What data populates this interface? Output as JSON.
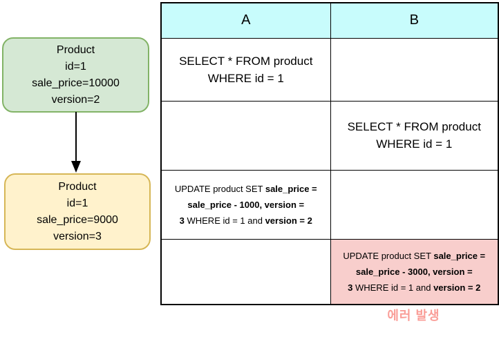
{
  "diagram": {
    "product_before": {
      "lines": [
        "Product",
        "id=1",
        "sale_price=10000",
        "version=2"
      ],
      "fill": "#d5e8d4",
      "border": "#82b366"
    },
    "product_after": {
      "lines": [
        "Product",
        "id=1",
        "sale_price=9000",
        "version=3"
      ],
      "fill": "#fff2cc",
      "border": "#d6b656"
    },
    "arrow_color": "#000000"
  },
  "table": {
    "header": {
      "col_a": "A",
      "col_b": "B",
      "bg": "#c8fcfc"
    },
    "rows": [
      {
        "a": {
          "size": "lg",
          "lines": [
            [
              {
                "t": "SELECT * FROM product"
              }
            ],
            [
              {
                "t": "WHERE id = 1"
              }
            ]
          ]
        },
        "b": {
          "size": "lg",
          "lines": []
        }
      },
      {
        "a": {
          "size": "lg",
          "lines": []
        },
        "b": {
          "size": "lg",
          "lines": [
            [
              {
                "t": "SELECT * FROM product"
              }
            ],
            [
              {
                "t": "WHERE id = 1"
              }
            ]
          ]
        }
      },
      {
        "a": {
          "size": "sm",
          "lines": [
            [
              {
                "t": "UPDATE product SET "
              },
              {
                "t": "sale_price =",
                "b": true
              }
            ],
            [
              {
                "t": "sale_price - 1000, version =",
                "b": true
              }
            ],
            [
              {
                "t": "3",
                "b": true
              },
              {
                "t": " WHERE id = 1 and "
              },
              {
                "t": "version = 2",
                "b": true
              }
            ]
          ]
        },
        "b": {
          "size": "sm",
          "lines": []
        }
      },
      {
        "a": {
          "size": "sm",
          "lines": []
        },
        "b": {
          "size": "sm",
          "bg": "#f8cecc",
          "lines": [
            [
              {
                "t": "UPDATE product SET "
              },
              {
                "t": "sale_price =",
                "b": true
              }
            ],
            [
              {
                "t": "sale_price - 3000, version =",
                "b": true
              }
            ],
            [
              {
                "t": "3",
                "b": true
              },
              {
                "t": "  WHERE id = 1 and "
              },
              {
                "t": "version = 2",
                "b": true
              }
            ]
          ]
        }
      }
    ]
  },
  "annotation": {
    "error_text": "에러 발생",
    "color": "#fa9e98"
  }
}
